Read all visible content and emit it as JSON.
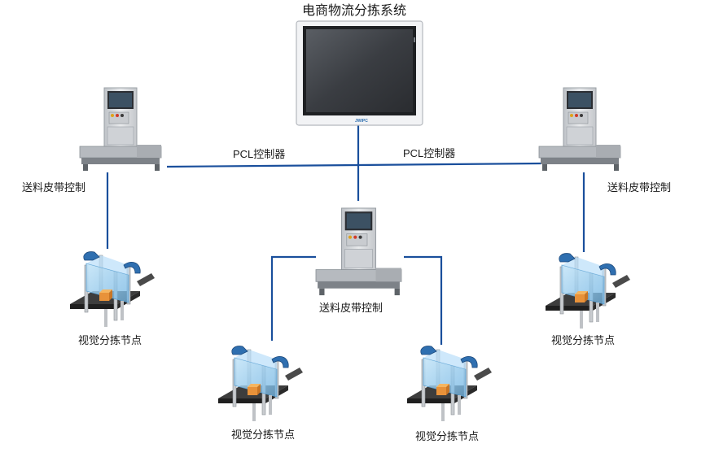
{
  "title": "电商物流分拣系统",
  "controller_label": "PCL控制器",
  "belt_label": "送料皮带控制",
  "node_label": "视觉分拣节点",
  "monitor_brand": "JWIPC",
  "colors": {
    "link": "#1a4f9c",
    "monitor_frame": "#f2f3f5",
    "screen": "#3a3d42",
    "cabinet": "#d6d9dd",
    "belt": "#3a3a3a",
    "glass": "#9fd0f0",
    "box": "#f0a050",
    "camera_arch": "#2f6fb0"
  }
}
